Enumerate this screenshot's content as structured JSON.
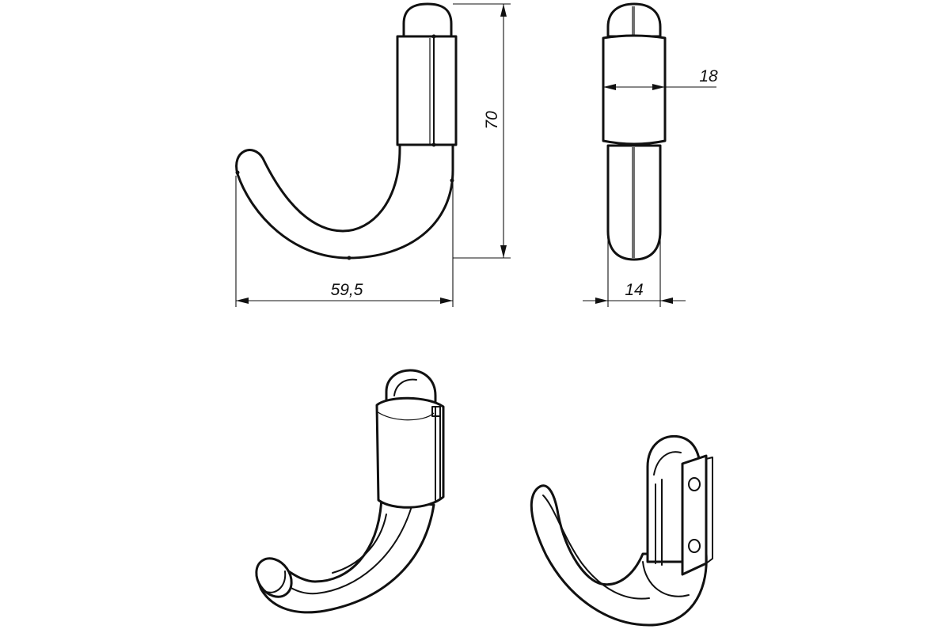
{
  "dimensions": {
    "width": "59,5",
    "height": "70",
    "sleeve_width": "18",
    "depth": "14"
  },
  "colors": {
    "line": "#111111",
    "background": "#ffffff"
  }
}
